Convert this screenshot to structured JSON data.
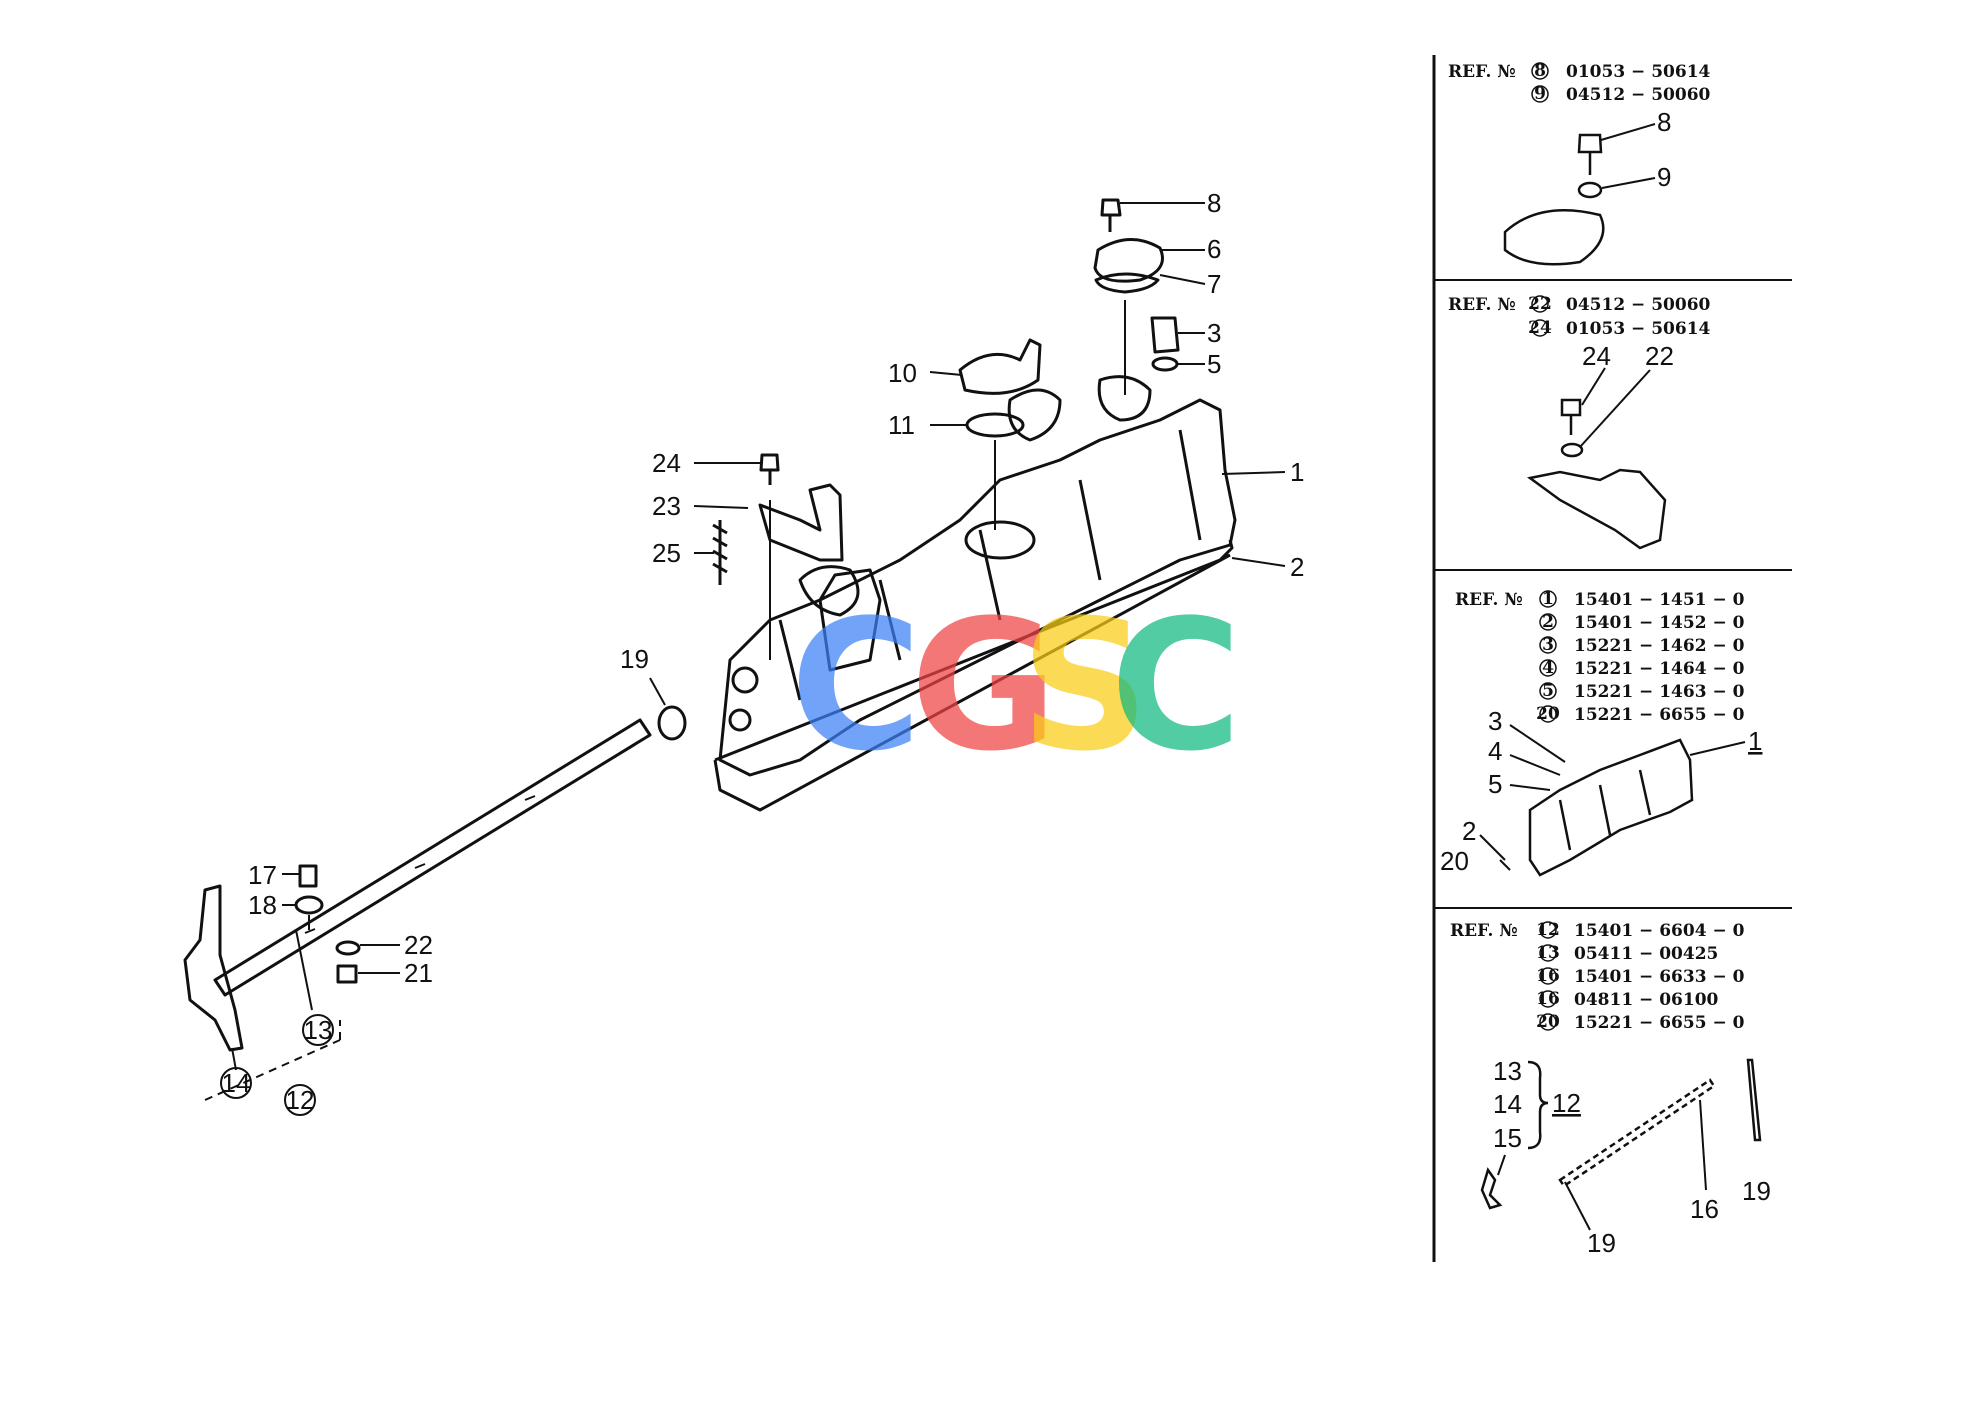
{
  "watermark": {
    "letters": [
      {
        "char": "C",
        "color": "#3b82f6"
      },
      {
        "char": "G",
        "color": "#ef4444"
      },
      {
        "char": "S",
        "color": "#facc15"
      },
      {
        "char": "C",
        "color": "#10b981"
      }
    ]
  },
  "main_callouts": {
    "c8": "8",
    "c6": "6",
    "c7": "7",
    "c3": "3",
    "c5": "5",
    "c10": "10",
    "c11": "11",
    "c1": "1",
    "c2": "2",
    "c24": "24",
    "c23": "23",
    "c25": "25",
    "c19": "19",
    "c17": "17",
    "c18": "18",
    "c22": "22",
    "c21": "21",
    "c13": "13",
    "c14": "14",
    "c12": "12"
  },
  "ref_panels": [
    {
      "label": "REF. №",
      "rows": [
        {
          "num": "8",
          "part": "01053 − 50614"
        },
        {
          "num": "9",
          "part": "04512 − 50060"
        }
      ],
      "callouts": {
        "a": "8",
        "b": "9"
      }
    },
    {
      "label": "REF. №",
      "rows": [
        {
          "num": "22",
          "part": "04512 − 50060"
        },
        {
          "num": "24",
          "part": "01053 − 50614"
        }
      ],
      "callouts": {
        "a": "24",
        "b": "22"
      }
    },
    {
      "label": "REF. №",
      "rows": [
        {
          "num": "1",
          "part": "15401 − 1451 − 0"
        },
        {
          "num": "2",
          "part": "15401 − 1452 − 0"
        },
        {
          "num": "3",
          "part": "15221 − 1462 − 0"
        },
        {
          "num": "4",
          "part": "15221 − 1464 − 0"
        },
        {
          "num": "5",
          "part": "15221 − 1463 − 0"
        },
        {
          "num": "20",
          "part": "15221 − 6655 − 0"
        }
      ],
      "callouts": {
        "c3": "3",
        "c4": "4",
        "c5": "5",
        "c2": "2",
        "c20": "20",
        "c1": "1"
      }
    },
    {
      "label": "REF. №",
      "rows": [
        {
          "num": "12",
          "part": "15401 − 6604 − 0"
        },
        {
          "num": "13",
          "part": "05411 − 00425"
        },
        {
          "num": "16",
          "part": "15401 − 6633 − 0"
        },
        {
          "num": "16",
          "part": "04811 − 06100"
        },
        {
          "num": "20",
          "part": "15221 − 6655 − 0"
        }
      ],
      "callouts": {
        "c13": "13",
        "c14": "14",
        "c15": "15",
        "c12": "12",
        "c16": "16",
        "c19a": "19",
        "c19b": "19"
      }
    }
  ]
}
